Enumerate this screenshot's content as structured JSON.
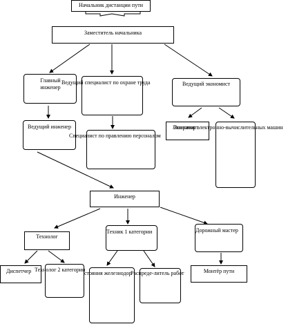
{
  "nodes": {
    "head": "Начальник дистанции пути",
    "deputy": "Заместитель начальника",
    "chief_engineer": "Главный инженер",
    "safety_specialist": "Ведущий специалист по охране труда",
    "lead_economist": "Ведущий экономист",
    "lead_engineer": "Ведущий инженер",
    "hr_specialist": "Специалист по правлению персоналом",
    "economist": "Экономист",
    "computer_operator": "Оператор электронно-вычислительных машин",
    "engineer": "Инженер",
    "technologist": "Технолог",
    "technician_cat1": "Техник 1 категории",
    "road_master": "Дорожный мастер",
    "dispatcher": "Диспетчер",
    "technologist_cat2": "Технолог 2 категории",
    "railway_state": "стояния железнодор",
    "work_distributor": "Распреде-литель работ",
    "track_fitter": "Монтёр пути"
  }
}
